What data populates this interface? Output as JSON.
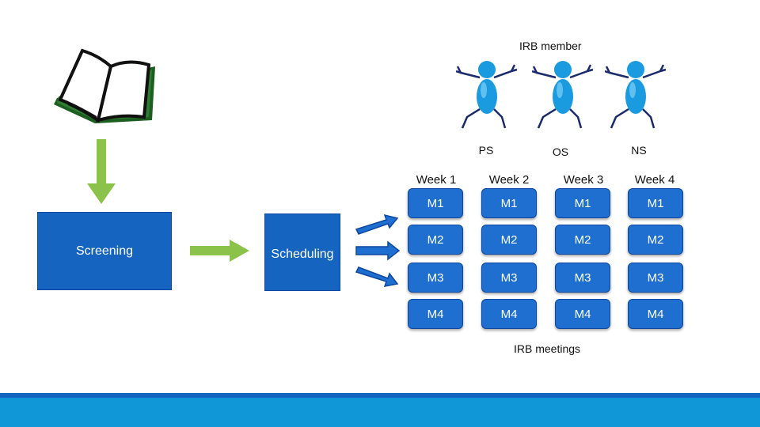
{
  "diagram": {
    "irb_member_title": "IRB member",
    "members": [
      "PS",
      "OS",
      "NS"
    ],
    "process": {
      "screening_label": "Screening",
      "scheduling_label": "Scheduling"
    },
    "weeks": [
      "Week 1",
      "Week 2",
      "Week 3",
      "Week 4"
    ],
    "meetings": [
      "M1",
      "M2",
      "M3",
      "M4"
    ],
    "meetings_caption": "IRB meetings"
  },
  "colors": {
    "box_blue": "#1565c0",
    "meeting_blue": "#1e6fd0",
    "arrow_green": "#8bc34a",
    "figure_blue": "#1a9be0",
    "footer_blue": "#0f97d8"
  }
}
